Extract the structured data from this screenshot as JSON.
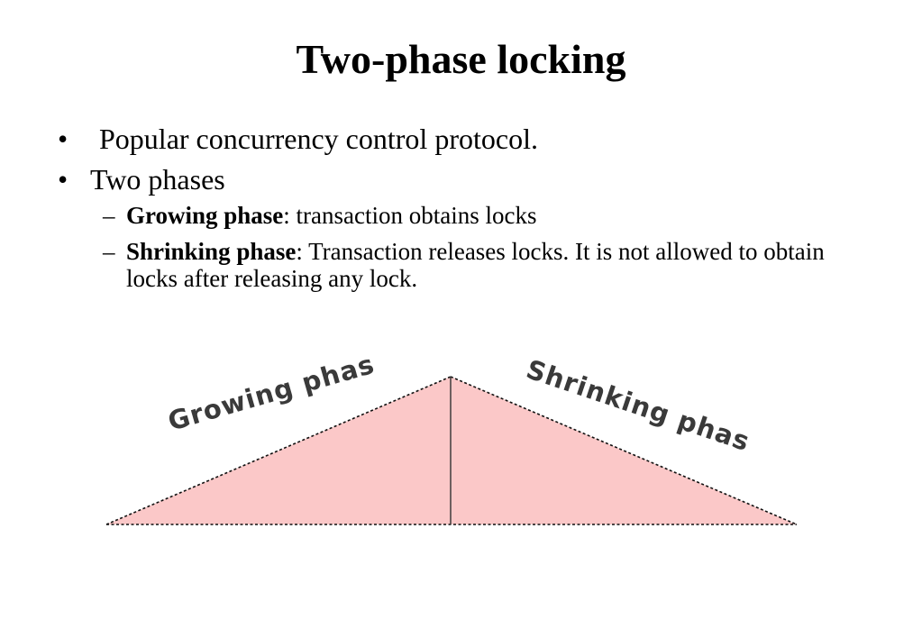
{
  "slide": {
    "title": "Two-phase locking",
    "bullets": [
      {
        "marker": "•",
        "text": "Popular concurrency control protocol."
      },
      {
        "marker": "•",
        "text": "Two phases"
      }
    ],
    "sub_bullets": [
      {
        "marker": "–",
        "term": "Growing phase",
        "text": ": transaction obtains locks"
      },
      {
        "marker": "–",
        "term": "Shrinking phase",
        "text": ": Transaction releases locks. It is not allowed to obtain  locks after releasing any lock."
      }
    ]
  },
  "diagram": {
    "growing_label": "Growing phase",
    "shrinking_label": "Shrinking phase",
    "fill_color": "#fbc8c8",
    "line_color": "#111111"
  }
}
